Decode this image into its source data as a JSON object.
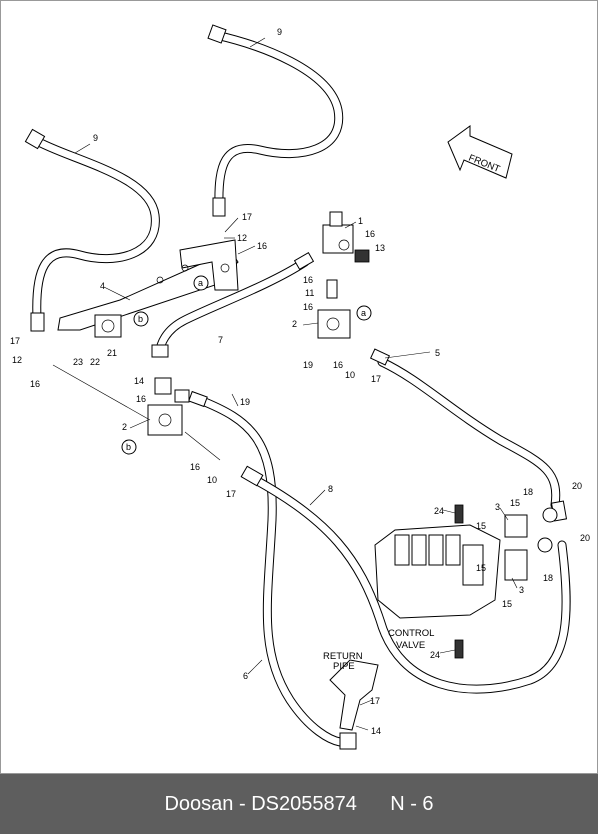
{
  "footer": {
    "brand": "Doosan",
    "separator": "-",
    "part_number": "DS2055874",
    "page_ref": "N - 6"
  },
  "diagram": {
    "callouts": [
      "1",
      "2",
      "2",
      "3",
      "3",
      "4",
      "5",
      "6",
      "7",
      "8",
      "9",
      "9",
      "10",
      "10",
      "11",
      "12",
      "12",
      "13",
      "14",
      "14",
      "15",
      "15",
      "15",
      "15",
      "16",
      "16",
      "16",
      "16",
      "16",
      "16",
      "16",
      "16",
      "17",
      "17",
      "17",
      "17",
      "17",
      "18",
      "18",
      "19",
      "19",
      "20",
      "20",
      "21",
      "22",
      "23",
      "24",
      "24"
    ],
    "reference_markers": [
      "a",
      "a",
      "b",
      "b"
    ],
    "texts": {
      "front": "FRONT",
      "control_valve_line1": "CONTROL",
      "control_valve_line2": "VALVE",
      "return_pipe_line1": "RETURN",
      "return_pipe_line2": "PIPE"
    }
  }
}
